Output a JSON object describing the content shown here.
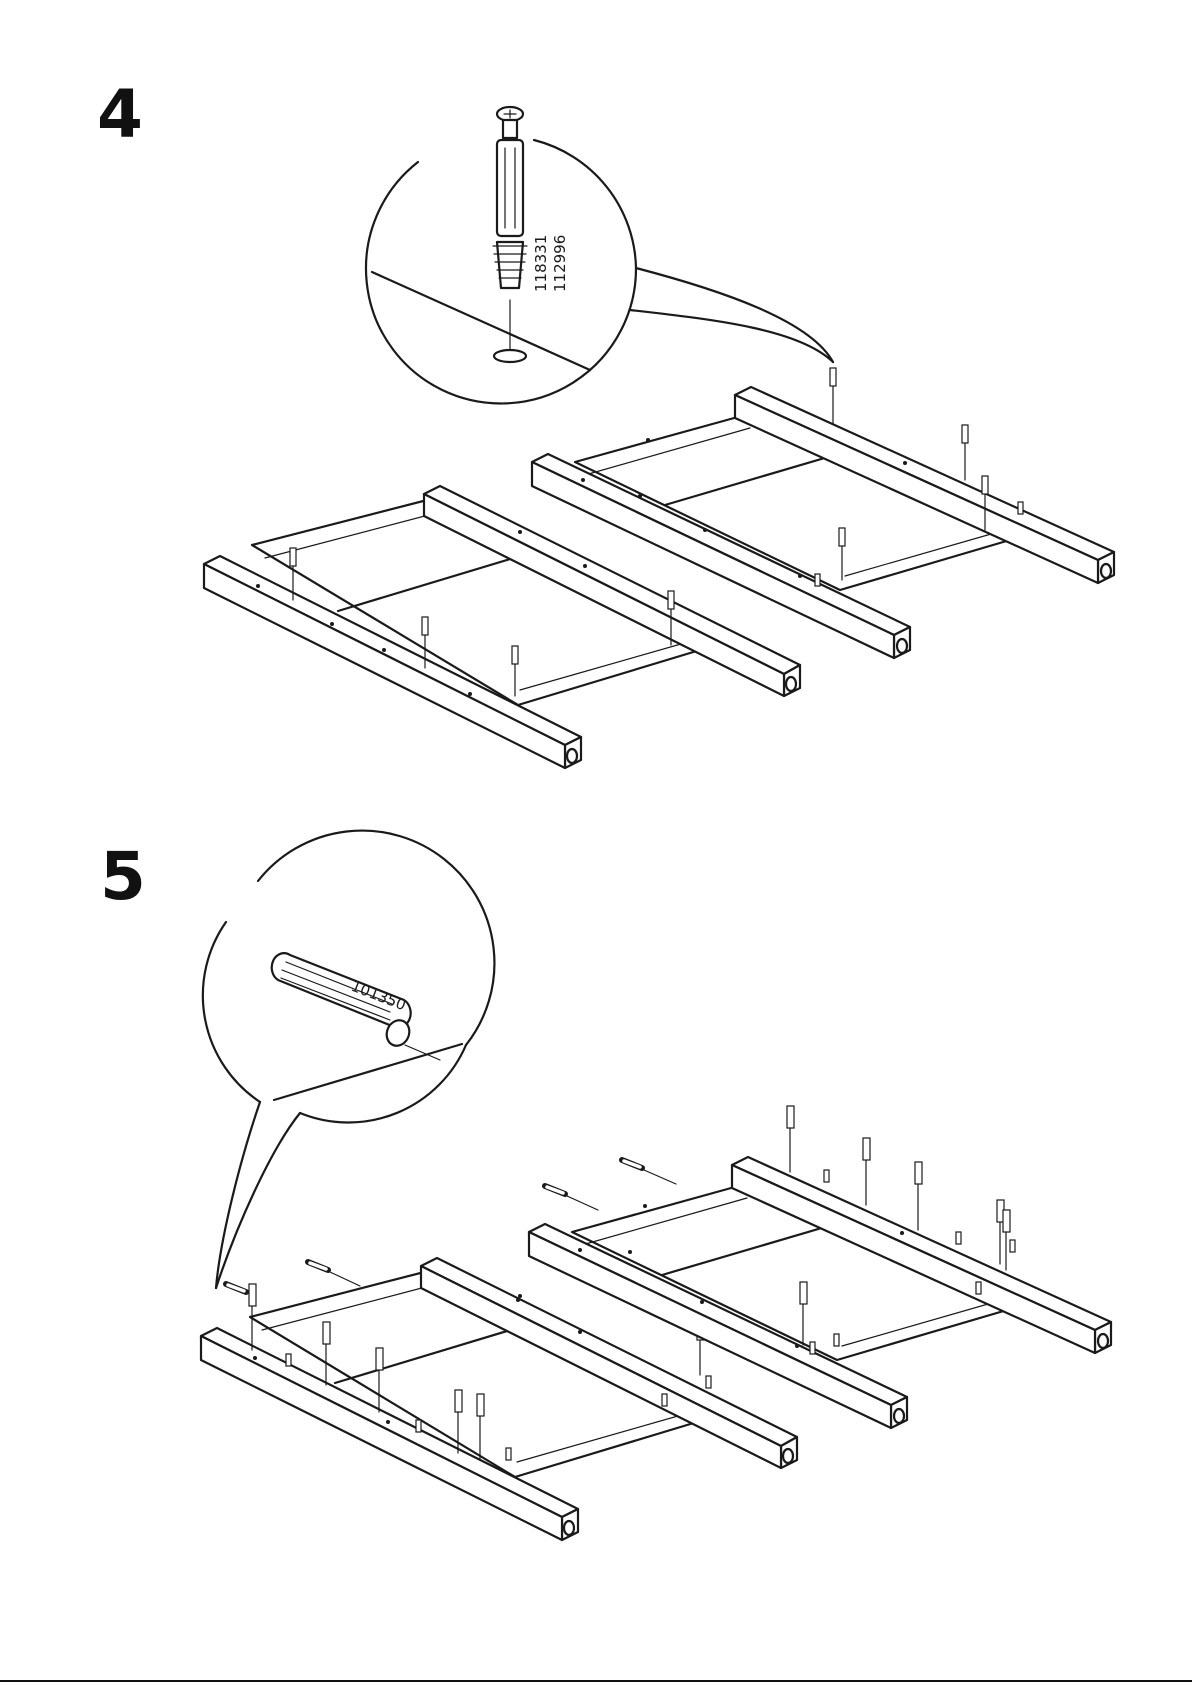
{
  "steps": [
    {
      "number": "4",
      "callout_part_numbers": [
        "118331",
        "112996"
      ]
    },
    {
      "number": "5",
      "callout_part_numbers": [
        "101350"
      ]
    }
  ]
}
